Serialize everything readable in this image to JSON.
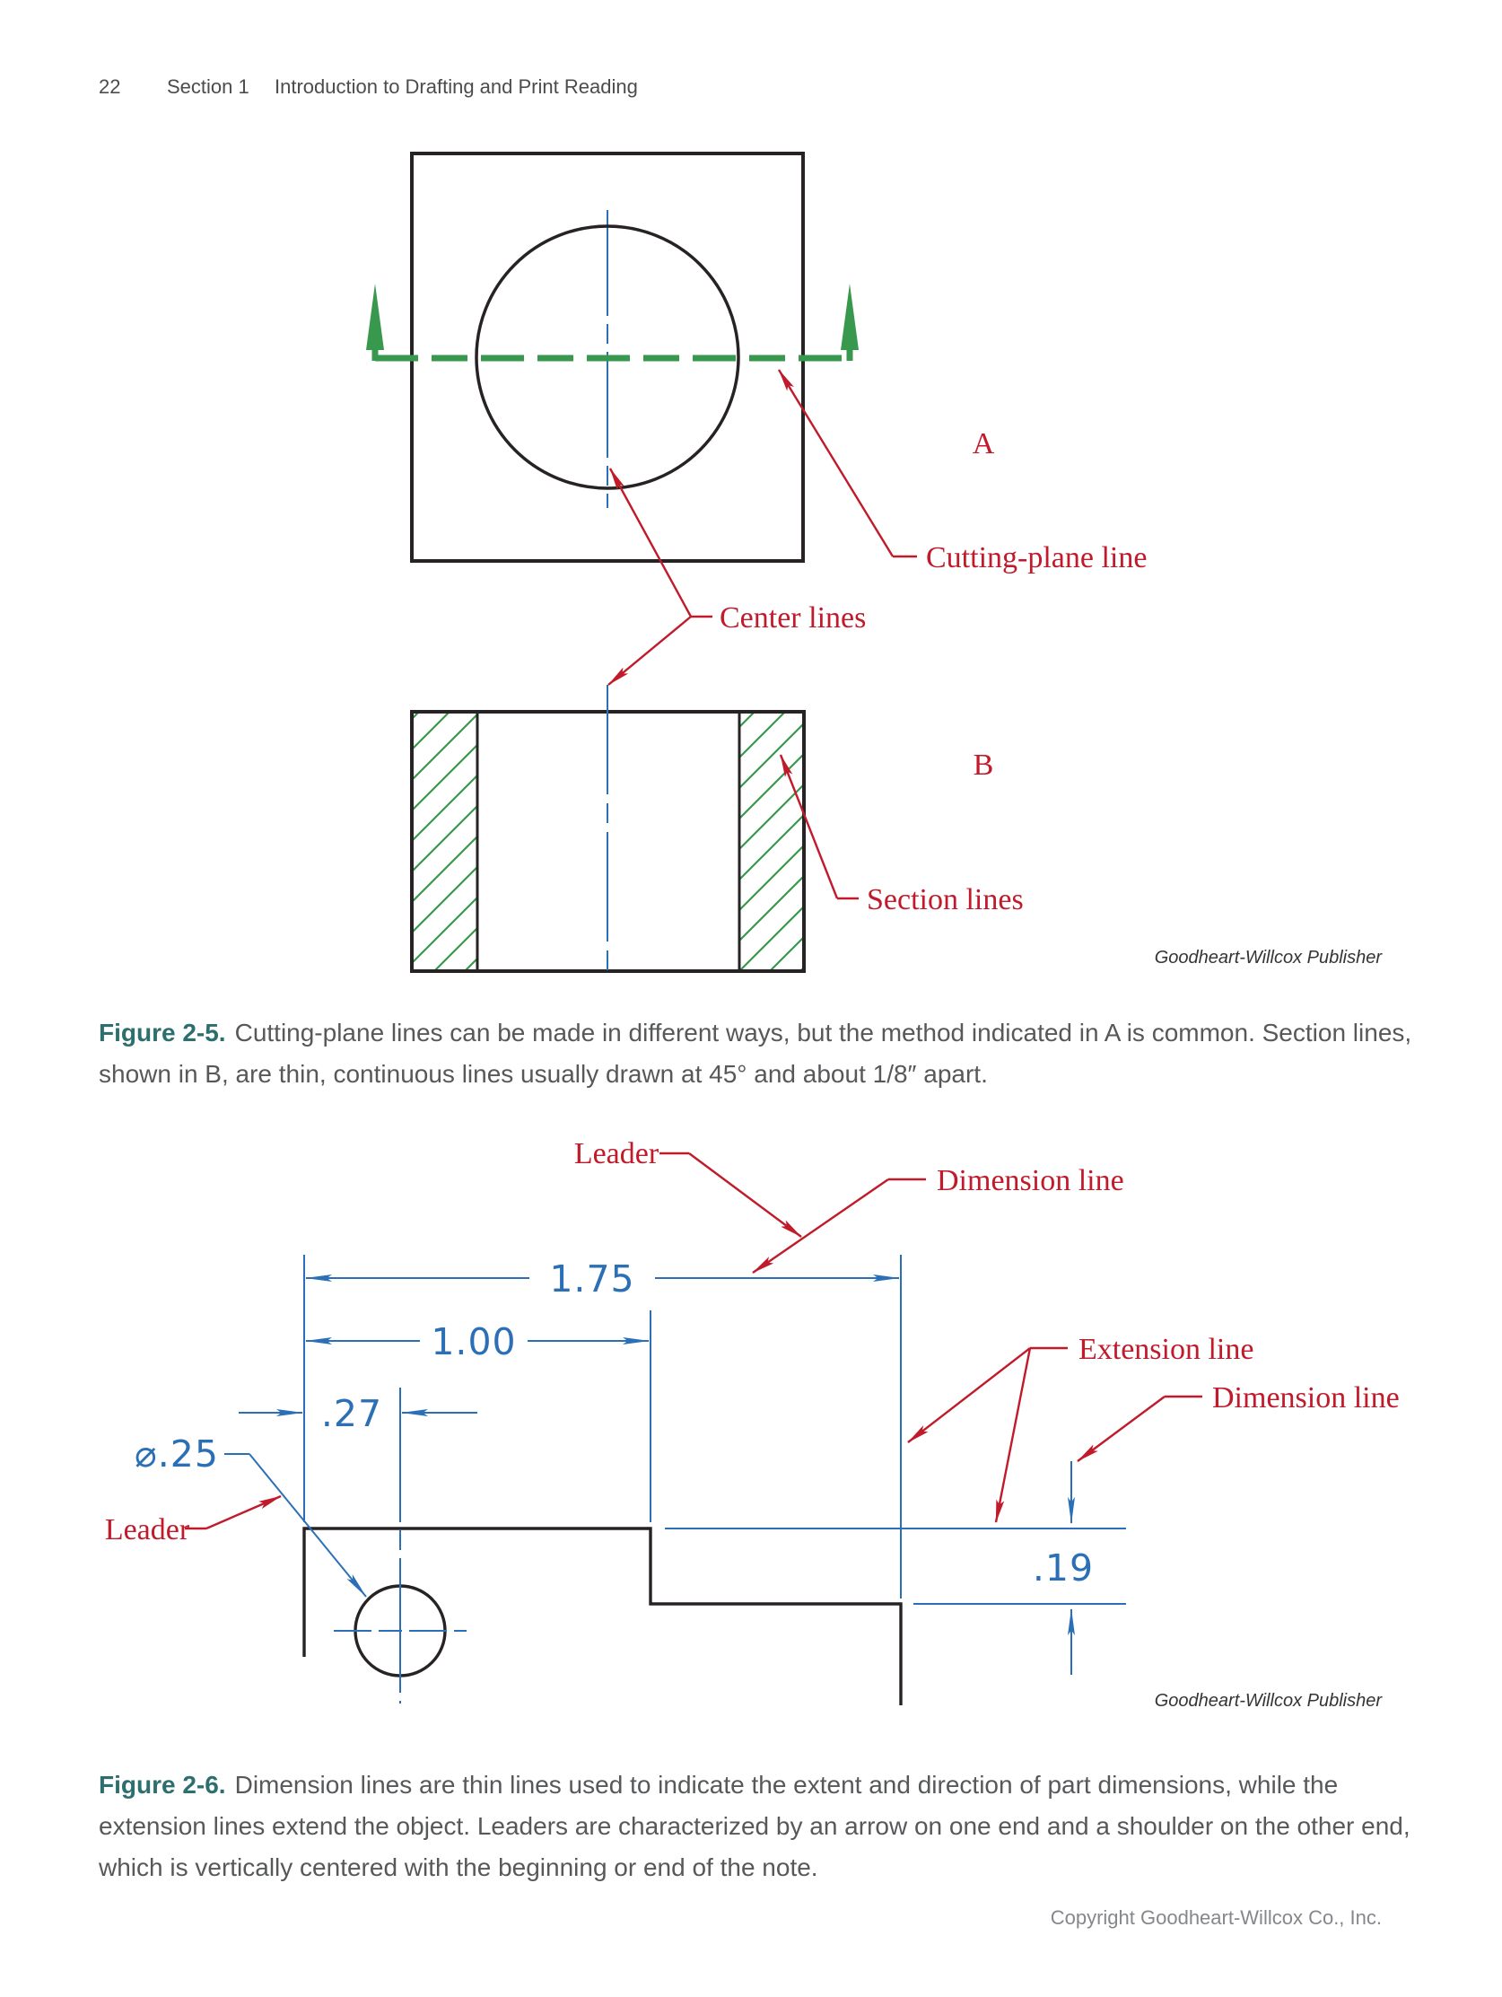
{
  "page": {
    "number": "22",
    "section": "Section 1",
    "title": "Introduction to Drafting and Print Reading",
    "credit": "Goodheart-Willcox Publisher",
    "copyright": "Copyright Goodheart-Willcox Co., Inc."
  },
  "colors": {
    "callout_red": "#c01a2b",
    "dimension_blue": "#2b70b6",
    "cutting_plane_green": "#37984e",
    "object_line_black": "#272324",
    "caption_lead_teal": "#2d6e6e",
    "caption_text_gray": "#57585a"
  },
  "figure_2_5": {
    "labels": {
      "a": "A",
      "b": "B"
    },
    "callouts": {
      "cutting_plane": "Cutting-plane line",
      "center_lines": "Center lines",
      "section_lines": "Section lines"
    },
    "caption": {
      "lead": "Figure 2-5.",
      "lines": [
        "Cutting-plane lines can be made in different ways, but the method indicated in A is common. Section lines,",
        "shown in B, are thin, continuous lines usually drawn at 45° and about 1/8″ apart."
      ]
    }
  },
  "figure_2_6": {
    "dimensions": {
      "total_width": "1.75",
      "step_width": "1.00",
      "hole_offset": ".27",
      "step_height": ".19",
      "hole_diameter": "⌀.25"
    },
    "callouts": {
      "leader_top": "Leader",
      "leader_left": "Leader",
      "dimension_line_top": "Dimension line",
      "dimension_line_right": "Dimension line",
      "extension_line": "Extension line"
    },
    "caption": {
      "lead": "Figure 2-6.",
      "lines": [
        "Dimension lines are thin lines used to indicate the extent and direction of part dimensions, while the",
        "extension lines extend the object. Leaders are characterized by an arrow on one end and a shoulder on the other end,",
        "which is vertically centered with the beginning or end of the note."
      ]
    }
  }
}
